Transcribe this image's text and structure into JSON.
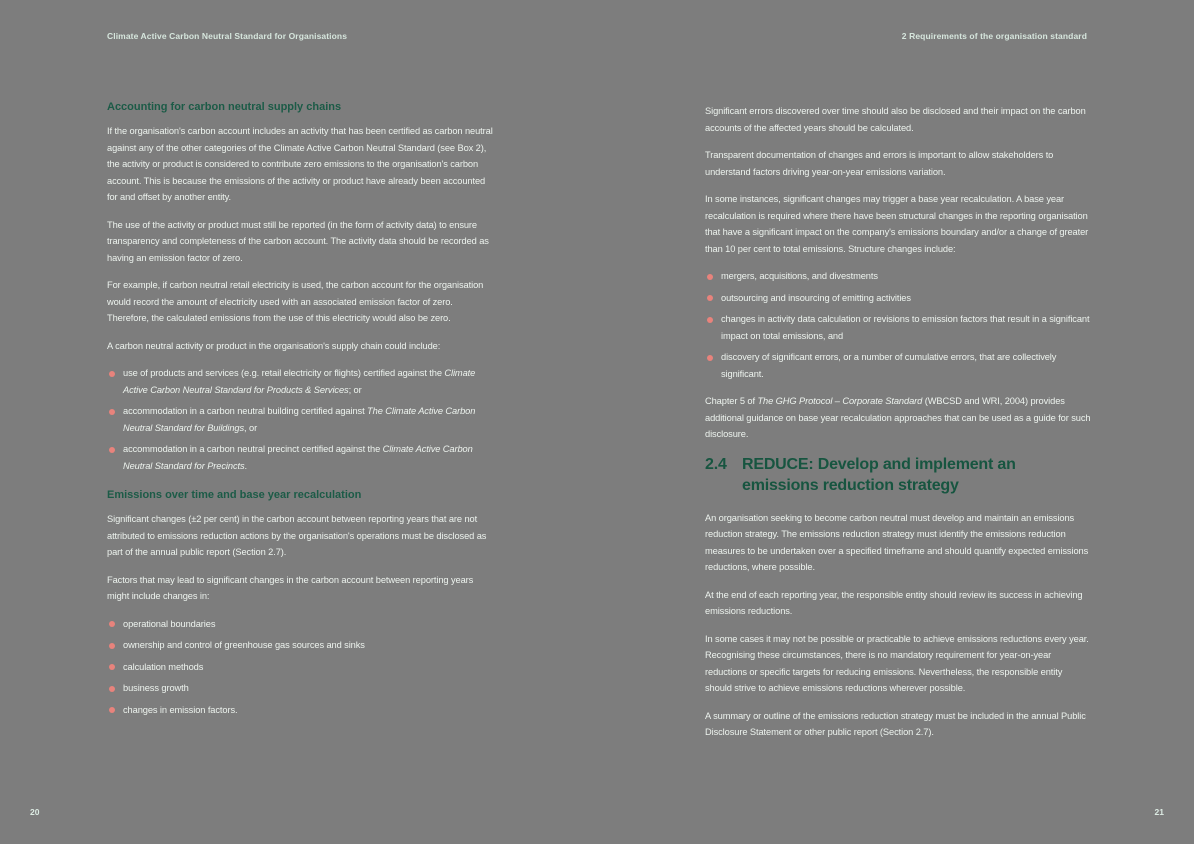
{
  "document": {
    "header_left": "Climate Active Carbon Neutral Standard for Organisations",
    "header_right": "2 Requirements of the organisation standard",
    "page_number_left": "20",
    "page_number_right": "21"
  },
  "colors": {
    "background": "#7d7d7d",
    "heading_green": "#1c5b47",
    "section_heading_green": "#175540",
    "body_text": "#edf3ee",
    "bullet_dot": "#e8837c",
    "running_header_text": "#d6e6dd"
  },
  "left_page": {
    "heading_supply": "Accounting for carbon neutral supply chains",
    "para_1": "If the organisation's carbon account includes an activity that has been certified as carbon neutral against any of the other categories of the Climate Active Carbon Neutral Standard (see Box 2), the activity or product is considered to contribute zero emissions to the organisation's carbon account. This is because the emissions of the activity or product have already been accounted for and offset by another entity.",
    "para_2": "The use of the activity or product must still be reported (in the form of activity data) to ensure transparency and completeness of the carbon account. The activity data should be recorded as having an emission factor of zero.",
    "para_3": "For example, if carbon neutral retail electricity is used, the carbon account for the organisation would record the amount of electricity used with an associated emission factor of zero. Therefore, the calculated emissions from the use of this electricity would also be zero.",
    "para_4": "A carbon neutral activity or product in the organisation's supply chain could include:",
    "supply_bullets": [
      {
        "prefix": "use of products and services (e.g. retail electricity or flights) certified against the ",
        "title": "Climate Active Carbon Neutral Standard for Products & Services",
        "suffix": "; or"
      },
      {
        "prefix": "accommodation in a carbon neutral building certified against ",
        "title": "The Climate Active Carbon Neutral Standard for Buildings",
        "suffix": ", or"
      },
      {
        "prefix": "accommodation in a carbon neutral precinct certified against the ",
        "title": "Climate Active Carbon Neutral Standard for Precincts",
        "suffix": "."
      }
    ],
    "heading_emissions": "Emissions over time and base year recalculation",
    "para_5": "Significant changes (±2 per cent) in the carbon account between reporting years that are not attributed to emissions reduction actions by the organisation's operations must be disclosed as part of the annual public report (Section 2.7).",
    "para_6": "Factors that may lead to significant changes in the carbon account between reporting years might include changes in:",
    "factor_bullets": [
      "operational boundaries",
      "ownership and control of greenhouse gas sources and sinks",
      "calculation methods",
      "business growth",
      "changes in emission factors."
    ]
  },
  "right_page": {
    "para_1": "Significant errors discovered over time should also be disclosed and their impact on the carbon accounts of the affected years should be calculated.",
    "para_2": "Transparent documentation of changes and errors is important to allow stakeholders to understand factors driving year-on-year emissions variation.",
    "para_3": "In some instances, significant changes may trigger a base year recalculation. A base year recalculation is required where there have been structural changes in the reporting organisation that have a significant impact on the company's emissions boundary and/or a change of greater than 10 per cent to total emissions. Structure changes include:",
    "structure_bullets": [
      "mergers, acquisitions, and divestments",
      "outsourcing and insourcing of emitting activities",
      "changes in activity data calculation or revisions to emission factors that result in a significant impact on total emissions, and",
      "discovery of significant errors, or a number of cumulative errors, that are collectively significant."
    ],
    "para_4_prefix": "Chapter 5 of ",
    "para_4_title": "The GHG Protocol – Corporate Standard",
    "para_4_suffix": " (WBCSD and WRI, 2004) provides additional guidance on base year recalculation approaches that can be used as a guide for such disclosure.",
    "section_number": "2.4",
    "section_title": "REDUCE: Develop and implement an emissions reduction strategy",
    "para_5": "An organisation seeking to become carbon neutral must develop and maintain an emissions reduction strategy. The emissions reduction strategy must identify the emissions reduction measures to be undertaken over a specified timeframe and should quantify expected emissions reductions, where possible.",
    "para_6": "At the end of each reporting year, the responsible entity should review its success in achieving emissions reductions.",
    "para_7": "In some cases it may not be possible or practicable to achieve emissions reductions every year. Recognising these circumstances, there is no mandatory requirement for year-on-year reductions or specific targets for reducing emissions. Nevertheless, the responsible entity should strive to achieve emissions reductions wherever possible.",
    "para_8": "A summary or outline of the emissions reduction strategy must be included in the annual Public Disclosure Statement or other public report (Section 2.7)."
  }
}
